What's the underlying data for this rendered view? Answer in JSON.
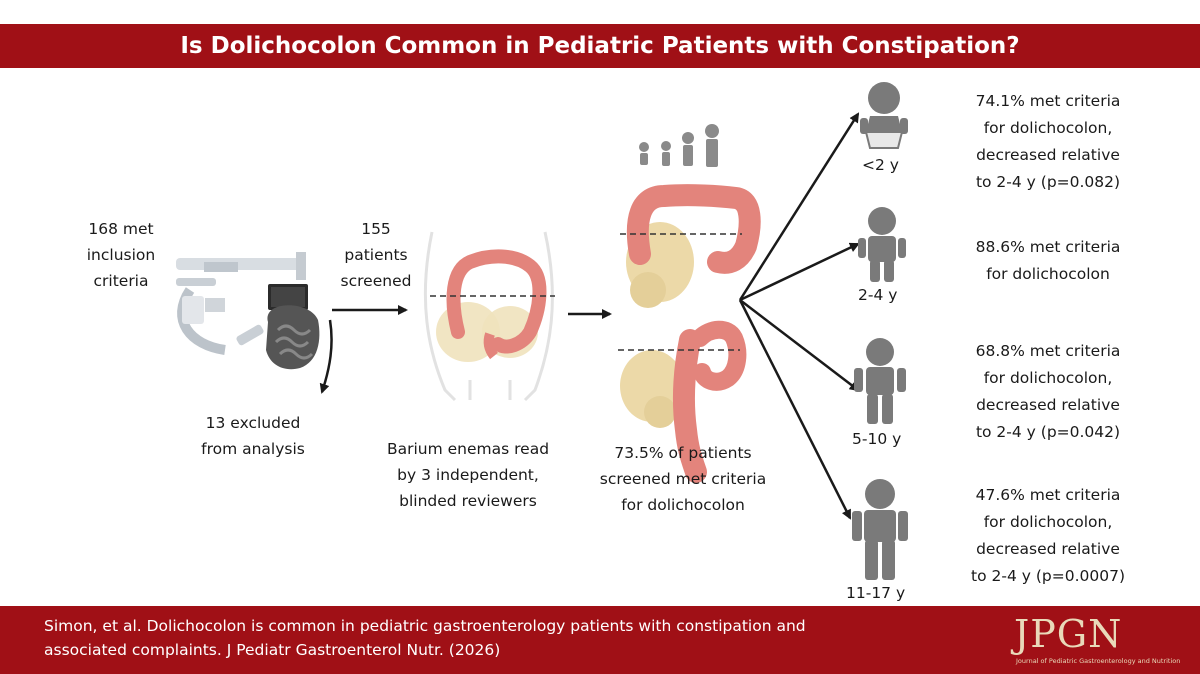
{
  "title": "Is Dolichocolon Common in Pediatric Patients with Constipation?",
  "flow": {
    "inclusion": [
      "168 met",
      "inclusion",
      "criteria"
    ],
    "excluded": [
      "13 excluded",
      "from analysis"
    ],
    "screened": [
      "155",
      "patients",
      "screened"
    ],
    "reviewers": [
      "Barium enemas read",
      "by 3 independent,",
      "blinded reviewers"
    ],
    "overall": [
      "73.5% of patients",
      "screened met criteria",
      "for dolichocolon"
    ]
  },
  "age_groups": [
    {
      "age": "<2 y",
      "lines": [
        "74.1% met criteria",
        "for dolichocolon,",
        "decreased relative",
        "to 2-4 y (p=0.082)"
      ]
    },
    {
      "age": "2-4 y",
      "lines": [
        "88.6% met criteria",
        "for dolichocolon"
      ]
    },
    {
      "age": "5-10 y",
      "lines": [
        "68.8% met criteria",
        "for dolichocolon,",
        "decreased relative",
        "to 2-4 y (p=0.042)"
      ]
    },
    {
      "age": "11-17 y",
      "lines": [
        "47.6% met criteria",
        "for dolichocolon,",
        "decreased relative",
        "to 2-4 y (p=0.0007)"
      ]
    }
  ],
  "citation": [
    "Simon, et al. Dolichocolon is common in pediatric gastroenterology patients with constipation and",
    "associated complaints. J Pediatr Gastroenterol Nutr. (2026)"
  ],
  "journal": {
    "logo": "JPGN",
    "subtitle": "Journal of Pediatric Gastroenterology and Nutrition"
  },
  "colors": {
    "banner": "#a01016",
    "colon": "#e3847c",
    "pelvis": "#ecd9a8",
    "figure": "#7a7a7a",
    "arrow": "#1a1a1a"
  }
}
